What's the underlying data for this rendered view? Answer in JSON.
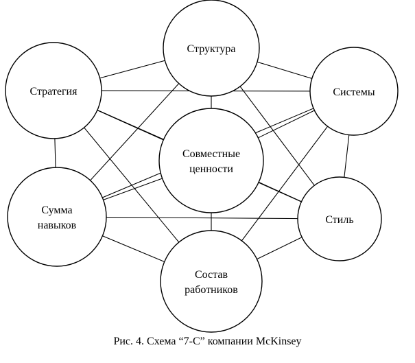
{
  "diagram": {
    "nodes": [
      {
        "id": "structure",
        "lines": [
          "Структура"
        ]
      },
      {
        "id": "strategy",
        "lines": [
          "Стратегия"
        ]
      },
      {
        "id": "systems",
        "lines": [
          "Системы"
        ]
      },
      {
        "id": "shared-values",
        "lines": [
          "Совместные",
          "ценности"
        ]
      },
      {
        "id": "skills",
        "lines": [
          "Сумма",
          "навыков"
        ]
      },
      {
        "id": "style",
        "lines": [
          "Стиль"
        ]
      },
      {
        "id": "staff",
        "lines": [
          "Состав",
          "работников"
        ]
      }
    ],
    "edges": [
      [
        "structure",
        "strategy"
      ],
      [
        "structure",
        "systems"
      ],
      [
        "structure",
        "shared-values"
      ],
      [
        "structure",
        "skills"
      ],
      [
        "structure",
        "style"
      ],
      [
        "strategy",
        "systems"
      ],
      [
        "strategy",
        "shared-values"
      ],
      [
        "strategy",
        "skills"
      ],
      [
        "strategy",
        "style"
      ],
      [
        "strategy",
        "staff"
      ],
      [
        "systems",
        "shared-values"
      ],
      [
        "systems",
        "skills"
      ],
      [
        "systems",
        "style"
      ],
      [
        "systems",
        "staff"
      ],
      [
        "shared-values",
        "skills"
      ],
      [
        "shared-values",
        "style"
      ],
      [
        "shared-values",
        "staff"
      ],
      [
        "skills",
        "style"
      ],
      [
        "skills",
        "staff"
      ],
      [
        "style",
        "staff"
      ]
    ]
  },
  "caption": "Рис. 4. Схема “7-С” компании McKinsey"
}
